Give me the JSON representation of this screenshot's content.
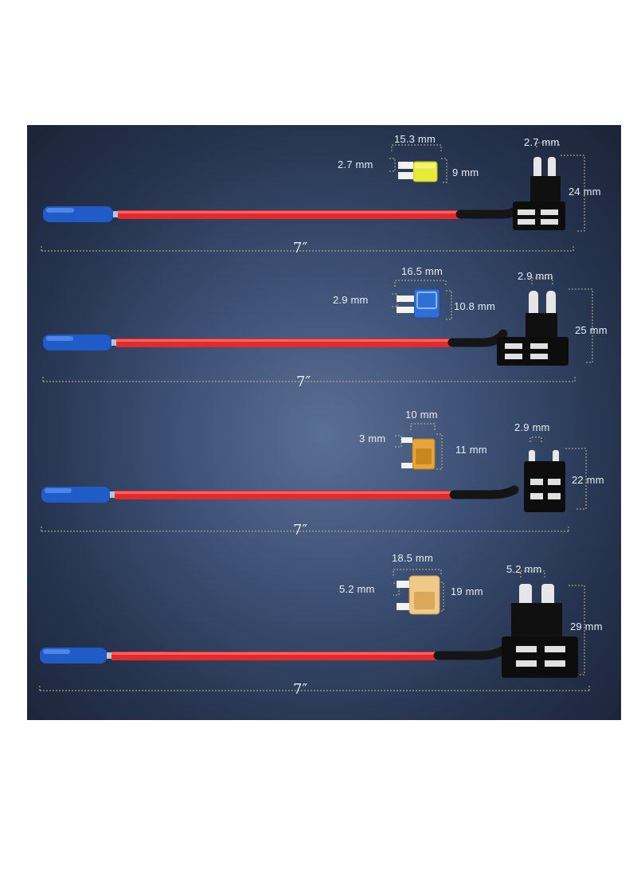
{
  "kits": [
    {
      "fuse_width": "15.3 mm",
      "fuse_pin": "2.7 mm",
      "fuse_height": "9 mm",
      "holder_pin": "2.7 mm",
      "holder_height": "24  mm",
      "length": "7″",
      "fuse_color": "#e8ea3a",
      "holder_type": "low-profile-mini"
    },
    {
      "fuse_width": "16.5 mm",
      "fuse_pin": "2.9 mm",
      "fuse_height": "10.8 mm",
      "holder_pin": "2.9 mm",
      "holder_height": "25 mm",
      "length": "7″",
      "fuse_color": "#2f6fd6",
      "holder_type": "mini"
    },
    {
      "fuse_width": "10 mm",
      "fuse_pin": "3 mm",
      "fuse_height": "11 mm",
      "holder_pin": "2.9 mm",
      "holder_height": "22 mm",
      "length": "7″",
      "fuse_color": "#e6a43a",
      "holder_type": "micro2"
    },
    {
      "fuse_width": "18.5 mm",
      "fuse_pin": "5.2 mm",
      "fuse_height": "19 mm",
      "holder_pin": "5.2 mm",
      "holder_height": "29 mm",
      "length": "7″",
      "fuse_color": "#f0c887",
      "holder_type": "standard"
    }
  ]
}
